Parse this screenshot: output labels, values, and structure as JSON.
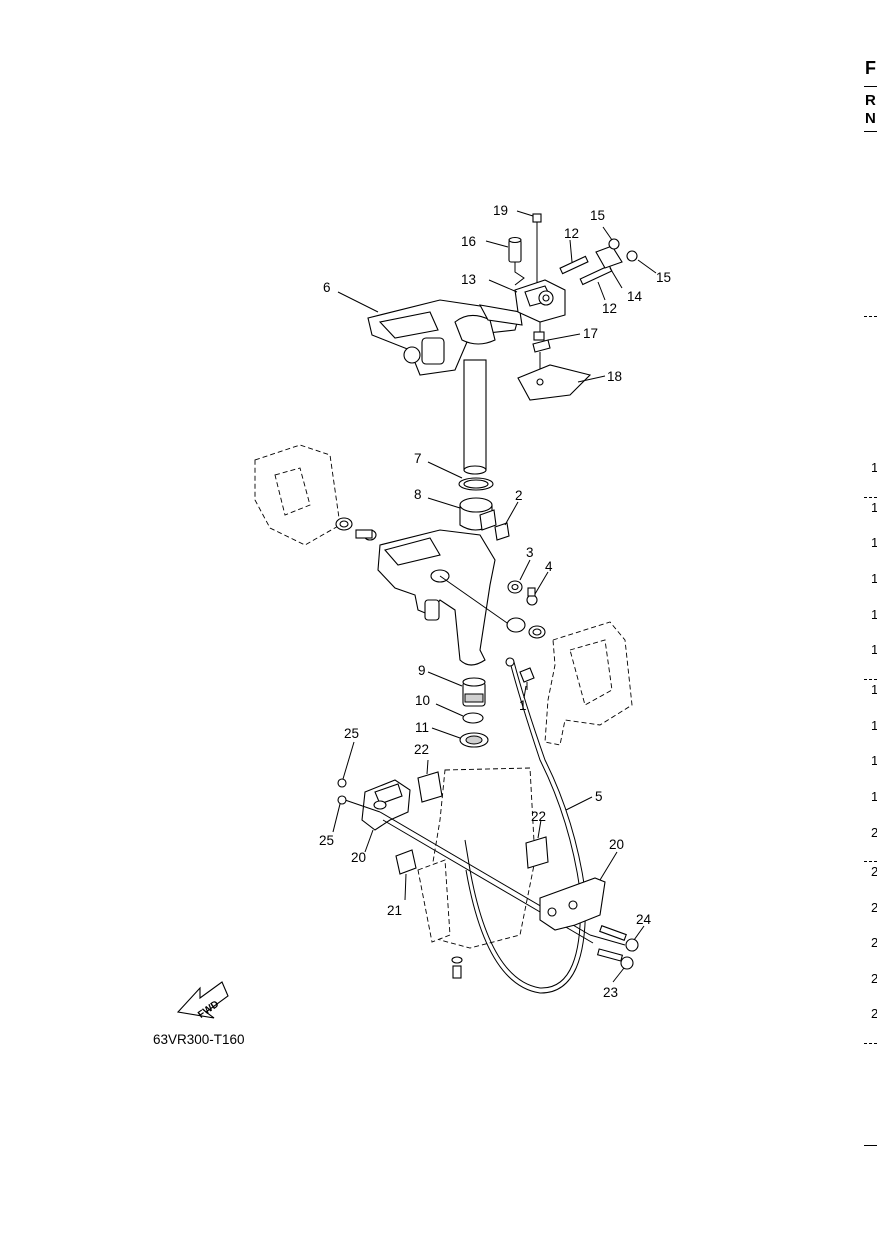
{
  "figure_code": "63VR300-T160",
  "fwd_label": "FWD",
  "callouts": [
    "1",
    "2",
    "3",
    "4",
    "5",
    "6",
    "7",
    "8",
    "9",
    "10",
    "11",
    "12",
    "12",
    "13",
    "14",
    "15",
    "15",
    "16",
    "17",
    "18",
    "19",
    "20",
    "20",
    "21",
    "22",
    "22",
    "23",
    "24",
    "25",
    "25"
  ],
  "edge": {
    "heading": "F",
    "r_label": "R",
    "n_label": "N",
    "column_digits": [
      "1",
      "1",
      "1",
      "1",
      "1",
      "1",
      "1",
      "1",
      "1",
      "1",
      "2",
      "2",
      "2",
      "2",
      "2",
      "2"
    ]
  }
}
